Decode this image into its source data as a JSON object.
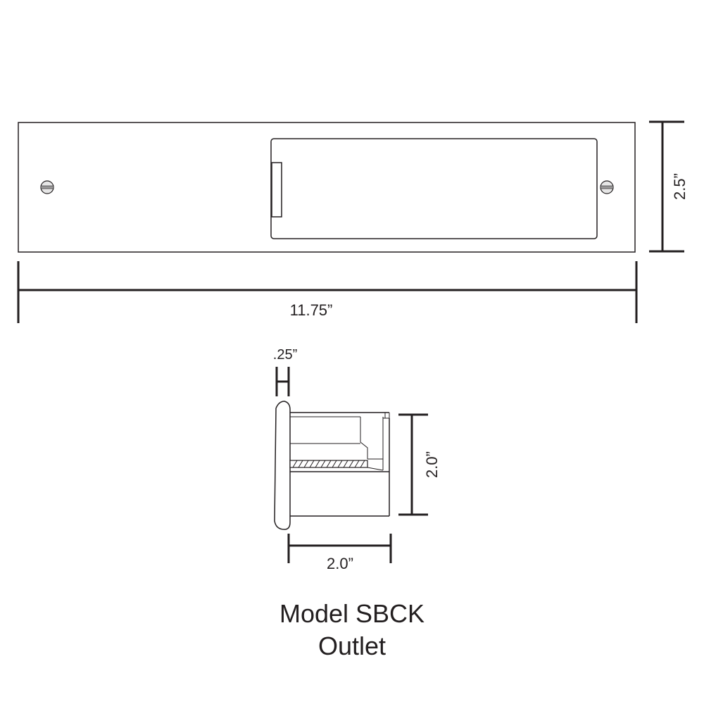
{
  "front_view": {
    "width_label": "11.75”",
    "height_label": "2.5”"
  },
  "side_view": {
    "plate_thickness_label": ".25”",
    "depth_label": "2.0”",
    "height_label": "2.0”"
  },
  "caption": {
    "model": "Model SBCK",
    "product": "Outlet"
  },
  "colors": {
    "line": "#231f20",
    "background": "#ffffff",
    "screw_fill": "#e6e6e6"
  }
}
